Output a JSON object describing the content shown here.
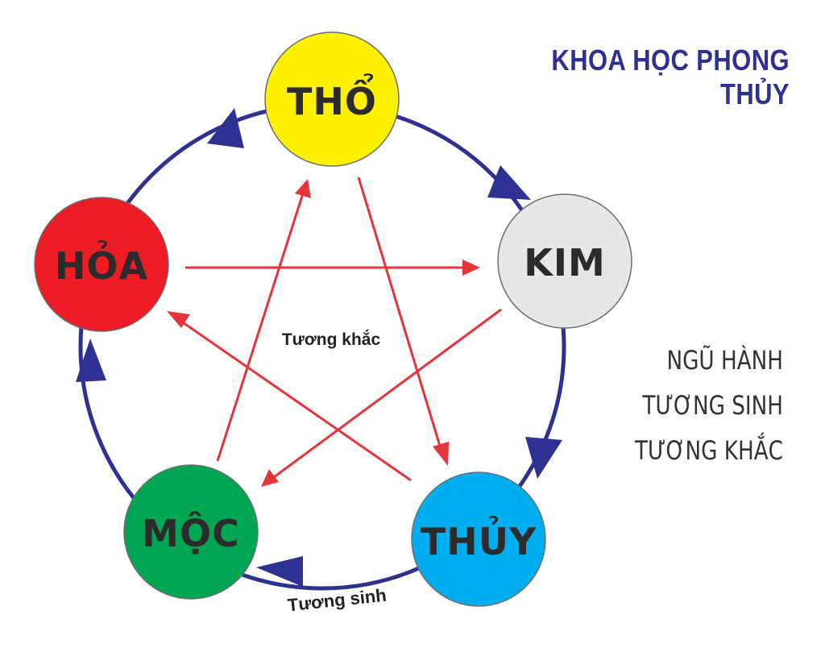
{
  "title": "KHOA HỌC PHONG THỦY",
  "subtitle_lines": [
    "NGŨ HÀNH",
    "TƯƠNG SINH",
    "TƯƠNG KHẮC"
  ],
  "elements": {
    "tho": {
      "label": "THỔ",
      "color": "#fff200"
    },
    "kim": {
      "label": "KIM",
      "color": "#e6e7e8"
    },
    "thuy": {
      "label": "THỦY",
      "color": "#00aeef"
    },
    "moc": {
      "label": "MỘC",
      "color": "#00a651"
    },
    "hoa": {
      "label": "HỎA",
      "color": "#ed1c24"
    }
  },
  "captions": {
    "tuong_khac": "Tương khắc",
    "tuong_sinh": "Tương sinh"
  },
  "colors": {
    "generating_cycle": "#2e3192",
    "controlling_cycle": "#e5343a",
    "title": "#2e3192"
  }
}
